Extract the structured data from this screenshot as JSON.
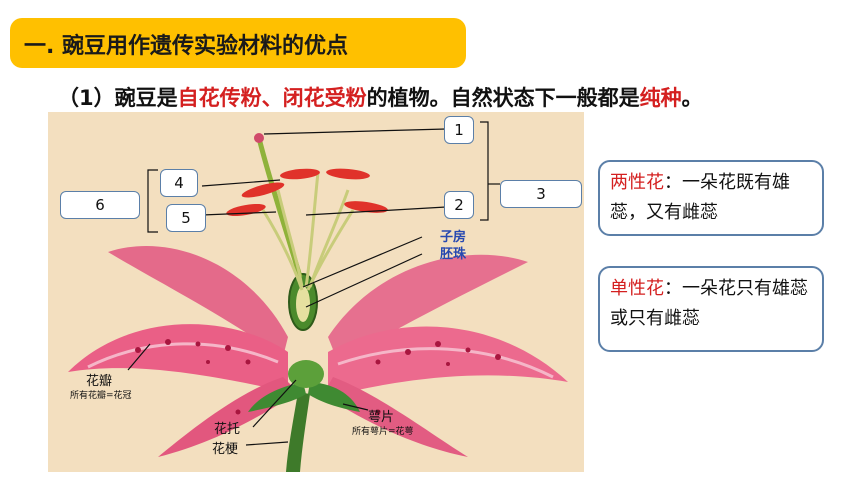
{
  "title": "一. 豌豆用作遗传实验材料的优点",
  "subtitle": {
    "prefix": "（1）豌豆是",
    "hl1": "自花传粉、闭花受粉",
    "mid": "的植物。自然状态下一般都是",
    "hl2": "纯种",
    "suffix": "。"
  },
  "boxes": {
    "b1": "1",
    "b2": "2",
    "b3": "3",
    "b4": "4",
    "b5": "5",
    "b6": "6"
  },
  "figure_labels": {
    "ovary": "子房",
    "ovule": "胚珠",
    "petal": "花瓣",
    "petal_note": "所有花瓣=花冠",
    "receptacle": "花托",
    "pedicel": "花梗",
    "sepal": "萼片",
    "sepal_note": "所有萼片=花萼"
  },
  "info1": {
    "term": "两性花",
    "text": "：一朵花既有雄蕊，又有雌蕊"
  },
  "info2": {
    "term": "单性花",
    "text": "：一朵花只有雄蕊或只有雌蕊"
  },
  "colors": {
    "title_bg": "#ffc000",
    "highlight": "#d42020",
    "box_border": "#5b7fa8",
    "figure_bg": "#f3dfbf"
  }
}
